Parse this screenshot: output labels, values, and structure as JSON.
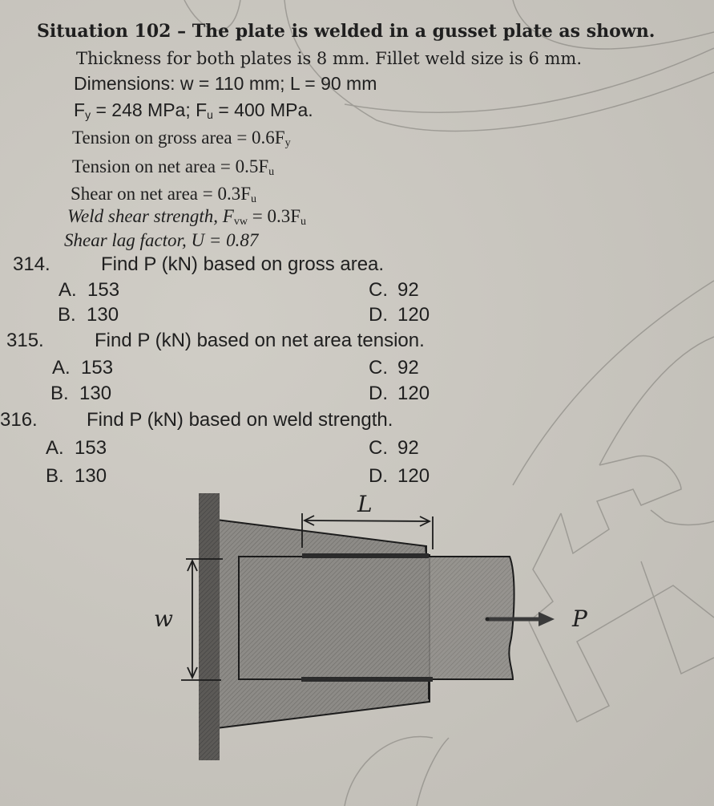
{
  "situation": {
    "title": "Situation 102 – The plate is welded in a gusset plate as shown.",
    "line2": "Thickness for both plates is 8 mm. Fillet weld size is 6 mm.",
    "dimensions": "Dimensions: w = 110 mm; L = 90 mm",
    "fy_prefix": "F",
    "fy_sub": "y",
    "fy_mid": " = 248 MPa; F",
    "fu_sub": "u",
    "fu_end": " = 400 MPa."
  },
  "allowables": [
    {
      "label": "Tension on gross area = 0.6F",
      "sub": "y"
    },
    {
      "label": "Tension on net area = 0.5F",
      "sub": "u"
    },
    {
      "label": "Shear on net area = 0.3F",
      "sub": "u"
    },
    {
      "label": "Weld shear strength, F",
      "sub1": "vw",
      "mid": " = 0.3F",
      "sub": "u"
    },
    {
      "label": "Shear lag factor, U = 0.87"
    }
  ],
  "questions": [
    {
      "number": "314.",
      "text": "Find P (kN) based on gross area.",
      "options": {
        "A": "153",
        "B": "130",
        "C": "92",
        "D": "120"
      }
    },
    {
      "number": "315.",
      "text": "Find P (kN) based on net area tension.",
      "options": {
        "A": "153",
        "B": "130",
        "C": "92",
        "D": "120"
      }
    },
    {
      "number": "316.",
      "text": "Find P (kN) based on weld strength.",
      "options": {
        "A": "153",
        "B": "130",
        "C": "92",
        "D": "120"
      }
    }
  ],
  "option_letters": {
    "A": "A.",
    "B": "B.",
    "C": "C.",
    "D": "D."
  },
  "diagram": {
    "label_L": "L",
    "label_w": "w",
    "label_P": "P"
  }
}
